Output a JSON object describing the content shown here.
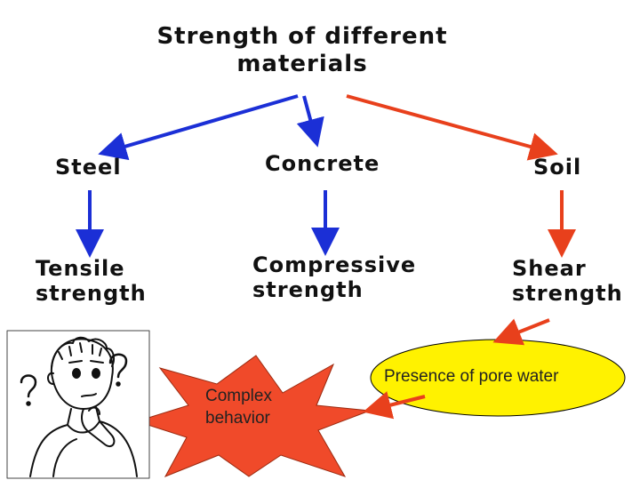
{
  "title": "Strength of different materials",
  "materials": [
    {
      "name": "Steel",
      "property": "Tensile strength"
    },
    {
      "name": "Concrete",
      "property": "Compressive strength"
    },
    {
      "name": "Soil",
      "property": "Shear strength"
    }
  ],
  "complex_label": "Complex behavior",
  "pore_water_label": "Presence of pore water",
  "colors": {
    "blue_arrow": "#1b2fd6",
    "red_arrow": "#e8401c",
    "starburst": "#f04a2a",
    "ellipse_fill": "#fff200",
    "text": "#111111"
  },
  "icons": [
    "confused-person-icon",
    "question-mark-icon"
  ]
}
